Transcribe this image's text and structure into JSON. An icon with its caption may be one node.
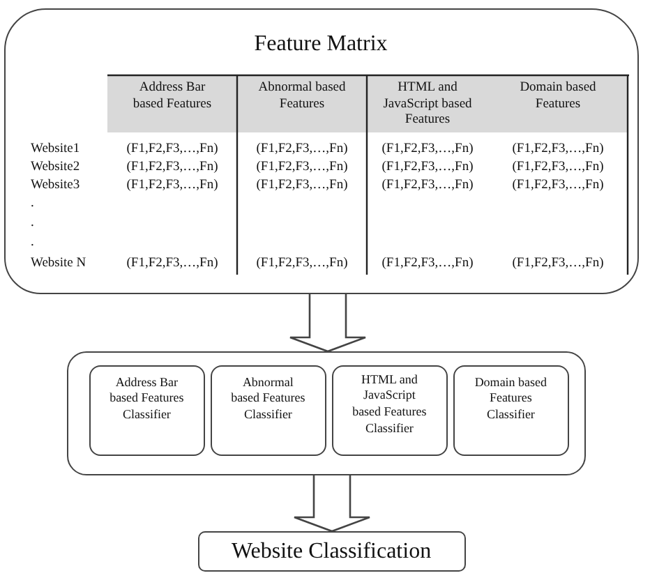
{
  "diagram": {
    "nodes": [
      {
        "text": [
          "Feature Matrix"
        ]
      },
      {
        "text": [],
        "shape": "box"
      },
      {
        "text": [
          "Address Bar based Features Classifier"
        ],
        "in": 1
      },
      {
        "text": [
          "Abnormal based Features Classifier"
        ],
        "in": 1
      },
      {
        "text": [
          "HTML and JavaScript based Features Classifier"
        ],
        "in": 1
      },
      {
        "text": [
          "Domain based Features Classifier"
        ],
        "in": 1
      },
      {
        "text": [
          "Website Classification"
        ]
      }
    ],
    "edges": [
      {
        "from": 0,
        "to": 1,
        "arrow": "to"
      },
      {
        "from": 1,
        "to": 6,
        "arrow": "to"
      }
    ],
    "labels": [
      "Address Bar based Features",
      "Abnormal based Features",
      "HTML and JavaScript based Features",
      "Domain based Features",
      "Website1",
      "(F1,F2,F3,…,Fn)",
      "(F1,F2,F3,…,Fn)",
      "(F1,F2,F3,…,Fn)",
      "(F1,F2,F3,…,Fn)",
      "Website2",
      "(F1,F2,F3,…,Fn)",
      "(F1,F2,F3,…,Fn)",
      "(F1,F2,F3,…,Fn)",
      "(F1,F2,F3,…,Fn)",
      "Website3",
      "(F1,F2,F3,…,Fn)",
      "(F1,F2,F3,…,Fn)",
      "(F1,F2,F3,…,Fn)",
      "(F1,F2,F3,…,Fn)",
      ".",
      ".",
      ".",
      "Website N",
      "(F1,F2,F3,…,Fn)",
      "(F1,F2,F3,…,Fn)",
      "(F1,F2,F3,…,Fn)",
      "(F1,F2,F3,…,Fn)"
    ]
  }
}
